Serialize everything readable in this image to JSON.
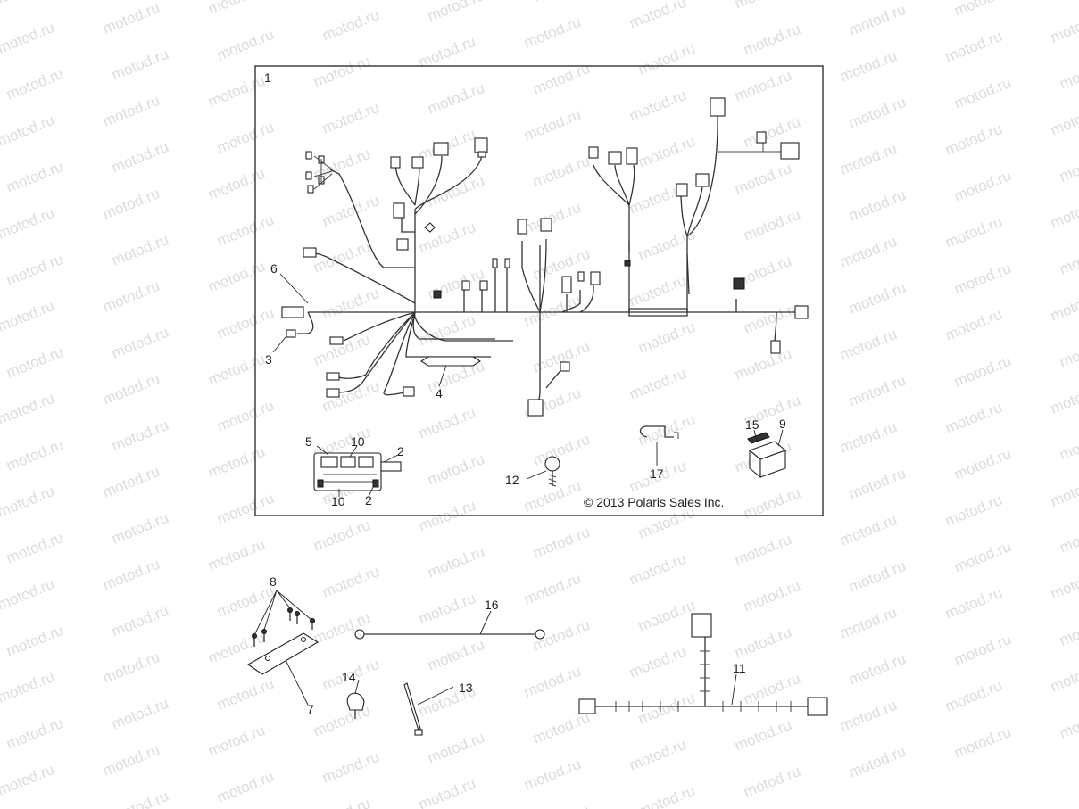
{
  "watermark": {
    "text": "motod.ru",
    "color": "#dcdcdc"
  },
  "diagram": {
    "copyright": "© 2013 Polaris Sales Inc.",
    "callouts": {
      "c1": "1",
      "c2a": "2",
      "c2b": "2",
      "c3": "3",
      "c4": "4",
      "c5": "5",
      "c6": "6",
      "c7": "7",
      "c8": "8",
      "c9": "9",
      "c10a": "10",
      "c10b": "10",
      "c11": "11",
      "c12": "12",
      "c13": "13",
      "c14": "14",
      "c15": "15",
      "c16": "16",
      "c17": "17"
    }
  }
}
